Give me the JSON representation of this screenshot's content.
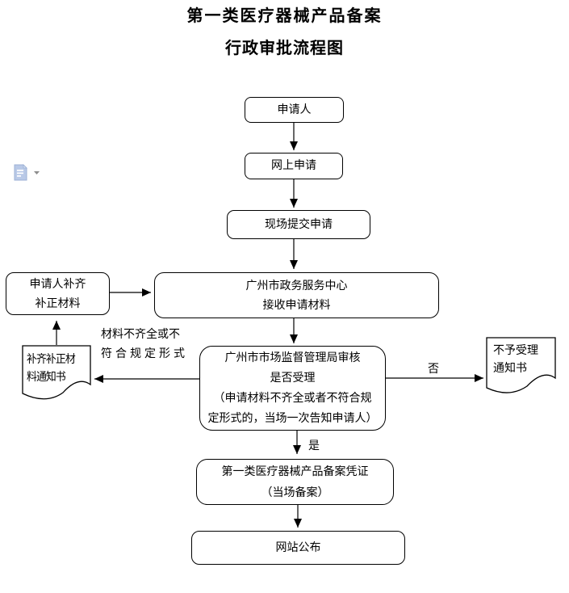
{
  "title": "第一类医疗器械产品备案",
  "subtitle": "行政审批流程图",
  "nodes": {
    "applicant": "申请人",
    "online_application": "网上申请",
    "onsite_submission": "现场提交申请",
    "service_center": [
      "广州市政务服务中心",
      "接收申请材料"
    ],
    "supplement": [
      "申请人补齐",
      "补正材料"
    ],
    "supplement_notice": [
      "补齐补正材",
      "料通知书"
    ],
    "review": [
      "广州市市场监督管理局审核",
      "是否受理",
      "（申请材料不齐全或者不符合规",
      "定形式的，当场一次告知申请人）"
    ],
    "rejection_notice": [
      "不予受理",
      "通知书"
    ],
    "certificate": [
      "第一类医疗器械产品备案凭证",
      "（当场备案）"
    ],
    "website_publish": "网站公布"
  },
  "edge_labels": {
    "incomplete": [
      "材料不齐全或不",
      "符合规定形式"
    ],
    "no": "否",
    "yes": "是"
  },
  "icons": {
    "paste_options": "paste-options-icon",
    "dropdown": "chevron-down-icon"
  },
  "colors": {
    "line": "#000000",
    "background": "#ffffff",
    "paste_icon_fill": "#b9c9e7",
    "paste_icon_fold": "#d7e1f2",
    "dropdown_gray": "#8c8c8c"
  }
}
